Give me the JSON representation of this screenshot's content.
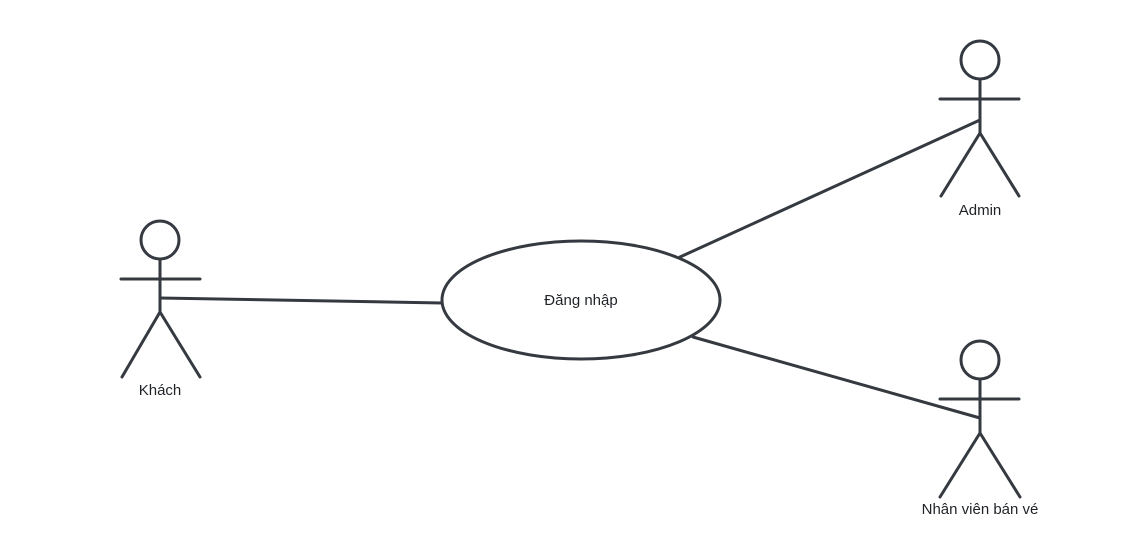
{
  "diagram": {
    "use_case": {
      "label": "Đăng nhập"
    },
    "actors": {
      "khach": {
        "label": "Khách"
      },
      "admin": {
        "label": "Admin"
      },
      "nhan_vien": {
        "label": "Nhân viên bán vé"
      }
    },
    "colors": {
      "stroke": "#343a40",
      "background": "#ffffff",
      "text": "#1f2328"
    }
  }
}
